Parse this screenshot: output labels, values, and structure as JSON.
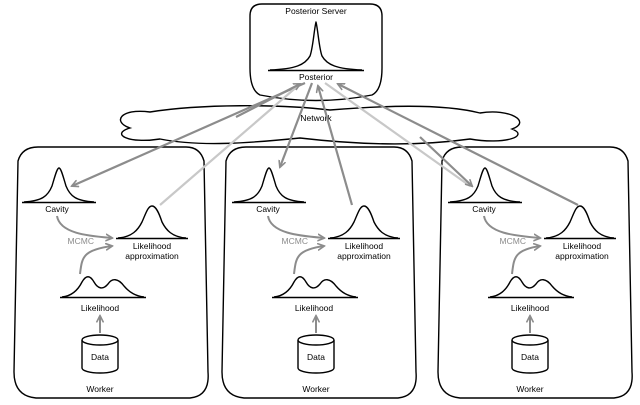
{
  "server": {
    "title": "Posterior Server",
    "posterior_label": "Posterior"
  },
  "network": {
    "label": "Network"
  },
  "worker_labels": {
    "cavity": "Cavity",
    "mcmc": "MCMC",
    "likelihood_approx_line1": "Likelihood",
    "likelihood_approx_line2": "approximation",
    "likelihood": "Likelihood",
    "data": "Data",
    "worker": "Worker"
  },
  "colors": {
    "arrow": "#8c8c8c",
    "arrow_light": "#c8c8c8",
    "stroke": "#000000"
  }
}
